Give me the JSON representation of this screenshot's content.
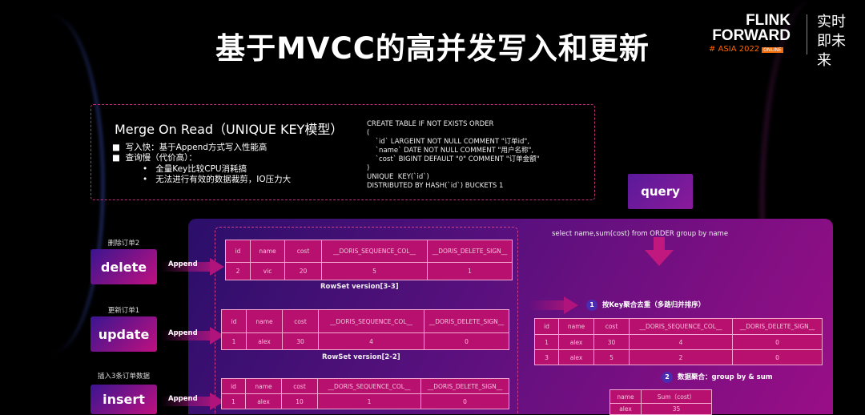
{
  "title": "基于MVCC的高并发写入和更新",
  "logo": {
    "line1": "FLINK",
    "line2": "FORWARD",
    "event": "# ASIA 2022",
    "badge": "ONLINE",
    "slogan": "实时即未来"
  },
  "model_box": {
    "heading": "Merge On Read（UNIQUE KEY模型）",
    "bullets": [
      "写入快：基于Append方式写入性能高",
      "查询慢（代价高）："
    ],
    "subbullets": [
      "全量Key比较CPU消耗搞",
      "无法进行有效的数据裁剪，IO压力大"
    ],
    "sql": "CREATE TABLE IF NOT EXISTS ORDER\n(\n    `id` LARGEINT NOT NULL COMMENT \"订单id\",\n    `name` DATE NOT NULL COMMENT \"用户名称\",\n    `cost` BIGINT DEFAULT \"0\" COMMENT \"订单金额\"\n)\nUNIQUE  KEY(`id`)\nDISTRIBUTED BY HASH(`id`) BUCKETS 1"
  },
  "query_button": "query",
  "operations": [
    {
      "label": "删除订单2",
      "button": "delete",
      "arrow": "Append"
    },
    {
      "label": "更新订单1",
      "button": "update",
      "arrow": "Append"
    },
    {
      "label": "插入3条订单数据",
      "button": "insert",
      "arrow": "Append"
    }
  ],
  "columns": [
    "id",
    "name",
    "cost",
    "__DORIS_SEQUENCE_COL__",
    "__DORIS_DELETE_SIGN__"
  ],
  "rowsets": [
    {
      "caption": "RowSet  version[3-3]",
      "rows": [
        [
          "2",
          "vic",
          "20",
          "5",
          "1"
        ]
      ]
    },
    {
      "caption": "RowSet version[2-2]",
      "rows": [
        [
          "1",
          "alex",
          "30",
          "4",
          "0"
        ]
      ]
    },
    {
      "caption": "",
      "rows": [
        [
          "1",
          "alex",
          "10",
          "1",
          "0"
        ]
      ]
    }
  ],
  "query_sql": "select name,sum(cost) from ORDER group by name",
  "step1": {
    "num": "1",
    "label": "按Key聚合去重（多路归并排序）",
    "rows": [
      [
        "1",
        "alex",
        "30",
        "4",
        "0"
      ],
      [
        "3",
        "alex",
        "5",
        "2",
        "0"
      ]
    ]
  },
  "step2": {
    "num": "2",
    "label": "数据聚合：group by  & sum",
    "columns": [
      "name",
      "Sum（cost）"
    ],
    "rows": [
      [
        "alex",
        "35"
      ]
    ]
  }
}
